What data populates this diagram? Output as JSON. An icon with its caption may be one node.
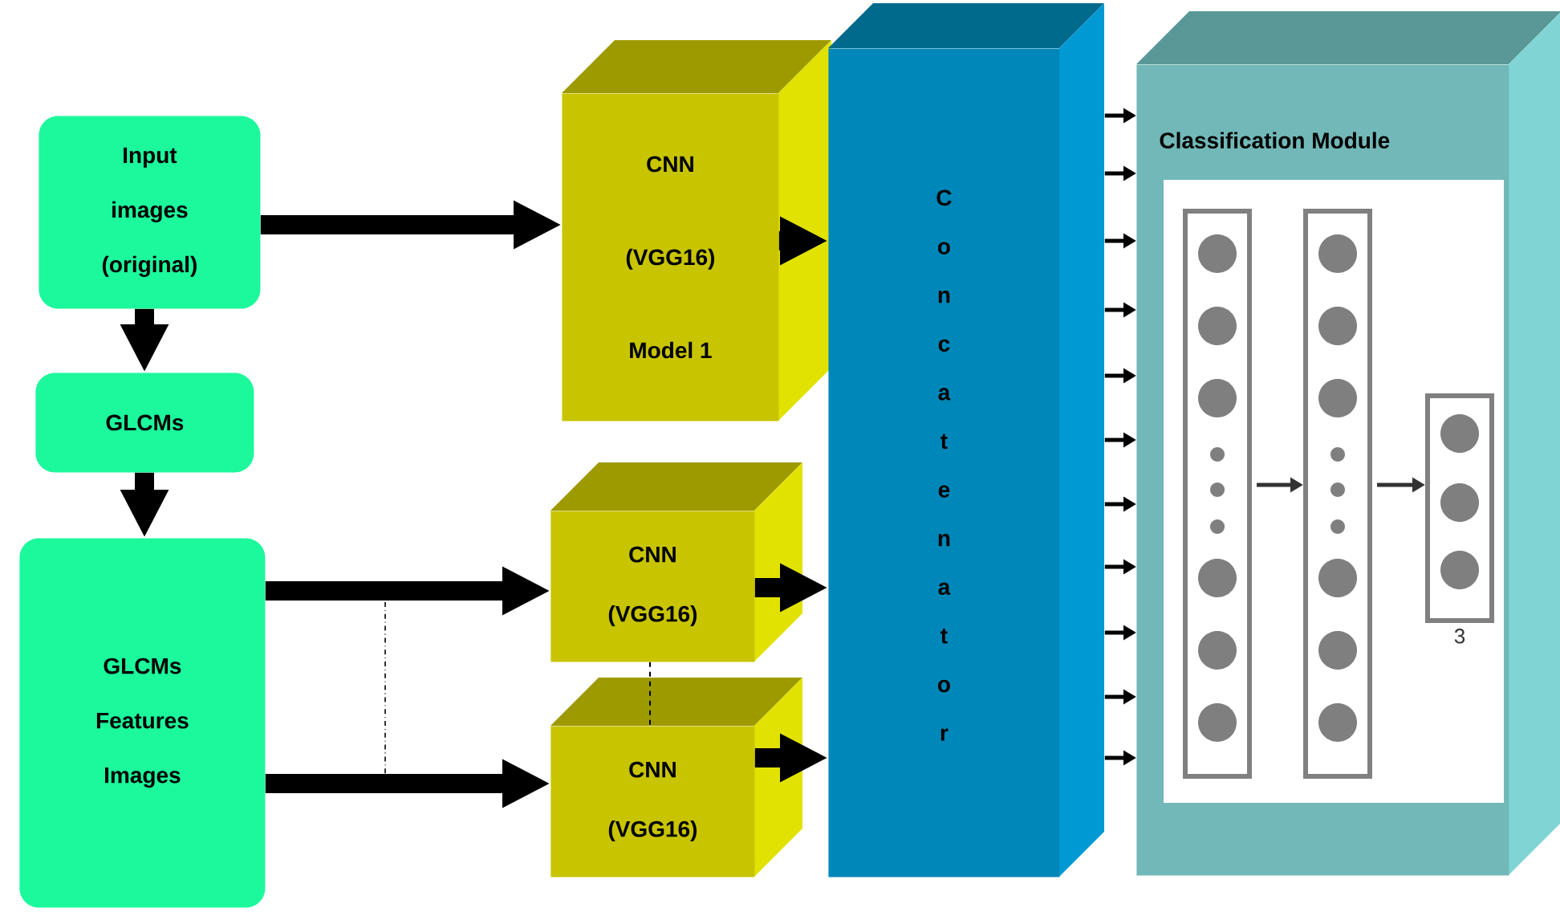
{
  "diagram": {
    "nodes": [
      {
        "text": [
          "Input images (original)"
        ]
      },
      {
        "text": [
          "GLCMs"
        ]
      },
      {
        "text": [
          "GLCMs Features Images"
        ]
      },
      {
        "text": [
          "CNN (VGG16) Model 1"
        ]
      },
      {
        "text": [
          "CNN (VGG16)"
        ]
      },
      {
        "text": [
          "CNN (VGG16)"
        ]
      },
      {
        "text": [
          "Concatenator"
        ]
      },
      {
        "text": [
          "Classification Module"
        ]
      },
      {
        "text": [],
        "shape": "box",
        "in": 7
      },
      {
        "text": [],
        "shape": "box",
        "in": 7
      },
      {
        "text": [],
        "shape": "box",
        "in": 7,
        "beside": [
          "3"
        ]
      }
    ],
    "edges": [
      {
        "from": 0,
        "to": 3,
        "arrow": "to",
        "style": "thick"
      },
      {
        "from": 0,
        "to": 1,
        "arrow": "to",
        "style": "thick"
      },
      {
        "from": 1,
        "to": 2,
        "arrow": "to",
        "style": "thick"
      },
      {
        "from": 2,
        "to": 4,
        "arrow": "to",
        "style": "thick"
      },
      {
        "from": 2,
        "to": 5,
        "arrow": "to",
        "style": "thick"
      },
      {
        "from": 3,
        "to": 6,
        "arrow": "to",
        "style": "thick"
      },
      {
        "from": 4,
        "to": 6,
        "arrow": "to",
        "style": "thick"
      },
      {
        "from": 5,
        "to": 6,
        "arrow": "to",
        "style": "thick"
      },
      {
        "from": 4,
        "to": 5,
        "arrow": "none",
        "style": "dashed"
      },
      {
        "from": 6,
        "to": 7,
        "arrow": "to"
      },
      {
        "from": 6,
        "to": 7,
        "arrow": "to"
      },
      {
        "from": 6,
        "to": 7,
        "arrow": "to"
      },
      {
        "from": 6,
        "to": 7,
        "arrow": "to"
      },
      {
        "from": 6,
        "to": 7,
        "arrow": "to"
      },
      {
        "from": 6,
        "to": 7,
        "arrow": "to"
      },
      {
        "from": 6,
        "to": 7,
        "arrow": "to"
      },
      {
        "from": 6,
        "to": 7,
        "arrow": "to"
      },
      {
        "from": 6,
        "to": 7,
        "arrow": "to"
      },
      {
        "from": 6,
        "to": 7,
        "arrow": "to"
      },
      {
        "from": 6,
        "to": 7,
        "arrow": "to"
      },
      {
        "from": 8,
        "to": 9,
        "arrow": "to",
        "color": "#333333"
      },
      {
        "from": 9,
        "to": 10,
        "arrow": "to",
        "color": "#333333"
      }
    ]
  }
}
